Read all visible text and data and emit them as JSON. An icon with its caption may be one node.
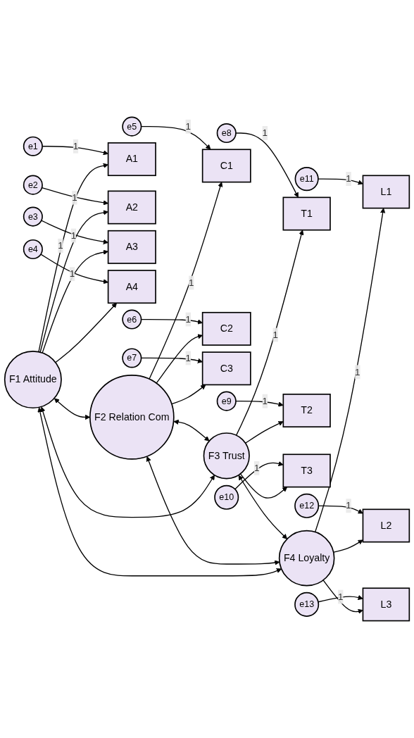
{
  "diagram": {
    "nodes": [
      {
        "text": [
          "F1 Attitude"
        ]
      },
      {
        "text": [
          "F2 Relation Com"
        ]
      },
      {
        "text": [
          "F3 Trust"
        ]
      },
      {
        "text": [
          "F4 Loyalty"
        ]
      },
      {
        "text": [
          "A1"
        ]
      },
      {
        "text": [
          "A2"
        ]
      },
      {
        "text": [
          "A3"
        ]
      },
      {
        "text": [
          "A4"
        ]
      },
      {
        "text": [
          "C1"
        ]
      },
      {
        "text": [
          "C2"
        ]
      },
      {
        "text": [
          "C3"
        ]
      },
      {
        "text": [
          "T1"
        ]
      },
      {
        "text": [
          "T2"
        ]
      },
      {
        "text": [
          "T3"
        ]
      },
      {
        "text": [
          "L1"
        ]
      },
      {
        "text": [
          "L2"
        ]
      },
      {
        "text": [
          "L3"
        ]
      },
      {
        "text": [
          "e1"
        ]
      },
      {
        "text": [
          "e2"
        ]
      },
      {
        "text": [
          "e3"
        ]
      },
      {
        "text": [
          "e4"
        ]
      },
      {
        "text": [
          "e5"
        ]
      },
      {
        "text": [
          "e6"
        ]
      },
      {
        "text": [
          "e7"
        ]
      },
      {
        "text": [
          "e8"
        ]
      },
      {
        "text": [
          "e9"
        ]
      },
      {
        "text": [
          "e10"
        ]
      },
      {
        "text": [
          "e11"
        ]
      },
      {
        "text": [
          "e12"
        ]
      },
      {
        "text": [
          "e13"
        ]
      }
    ],
    "edges": [
      {
        "from": 0,
        "to": 4,
        "arrow": "to",
        "label": "1"
      },
      {
        "from": 0,
        "to": 5,
        "arrow": "to"
      },
      {
        "from": 0,
        "to": 6,
        "arrow": "to"
      },
      {
        "from": 0,
        "to": 7,
        "arrow": "to"
      },
      {
        "from": 1,
        "to": 8,
        "arrow": "to",
        "label": "1"
      },
      {
        "from": 1,
        "to": 9,
        "arrow": "to"
      },
      {
        "from": 1,
        "to": 10,
        "arrow": "to"
      },
      {
        "from": 2,
        "to": 11,
        "arrow": "to",
        "label": "1"
      },
      {
        "from": 2,
        "to": 12,
        "arrow": "to"
      },
      {
        "from": 2,
        "to": 13,
        "arrow": "to"
      },
      {
        "from": 3,
        "to": 14,
        "arrow": "to",
        "label": "1"
      },
      {
        "from": 3,
        "to": 15,
        "arrow": "to"
      },
      {
        "from": 3,
        "to": 16,
        "arrow": "to"
      },
      {
        "from": 17,
        "to": 4,
        "arrow": "to",
        "label": "1"
      },
      {
        "from": 18,
        "to": 5,
        "arrow": "to",
        "label": "1"
      },
      {
        "from": 19,
        "to": 6,
        "arrow": "to",
        "label": "1"
      },
      {
        "from": 20,
        "to": 7,
        "arrow": "to",
        "label": "1"
      },
      {
        "from": 21,
        "to": 8,
        "arrow": "to",
        "label": "1"
      },
      {
        "from": 22,
        "to": 9,
        "arrow": "to",
        "label": "1"
      },
      {
        "from": 23,
        "to": 10,
        "arrow": "to",
        "label": "1"
      },
      {
        "from": 24,
        "to": 11,
        "arrow": "to",
        "label": "1"
      },
      {
        "from": 25,
        "to": 12,
        "arrow": "to",
        "label": "1"
      },
      {
        "from": 26,
        "to": 13,
        "arrow": "to",
        "label": "1"
      },
      {
        "from": 27,
        "to": 14,
        "arrow": "to",
        "label": "1"
      },
      {
        "from": 28,
        "to": 15,
        "arrow": "to",
        "label": "1"
      },
      {
        "from": 29,
        "to": 16,
        "arrow": "to",
        "label": "1"
      },
      {
        "from": 0,
        "to": 1,
        "arrow": "both"
      },
      {
        "from": 0,
        "to": 2,
        "arrow": "both"
      },
      {
        "from": 0,
        "to": 3,
        "arrow": "both"
      },
      {
        "from": 1,
        "to": 2,
        "arrow": "both"
      },
      {
        "from": 1,
        "to": 3,
        "arrow": "both"
      },
      {
        "from": 2,
        "to": 3,
        "arrow": "both"
      }
    ]
  }
}
